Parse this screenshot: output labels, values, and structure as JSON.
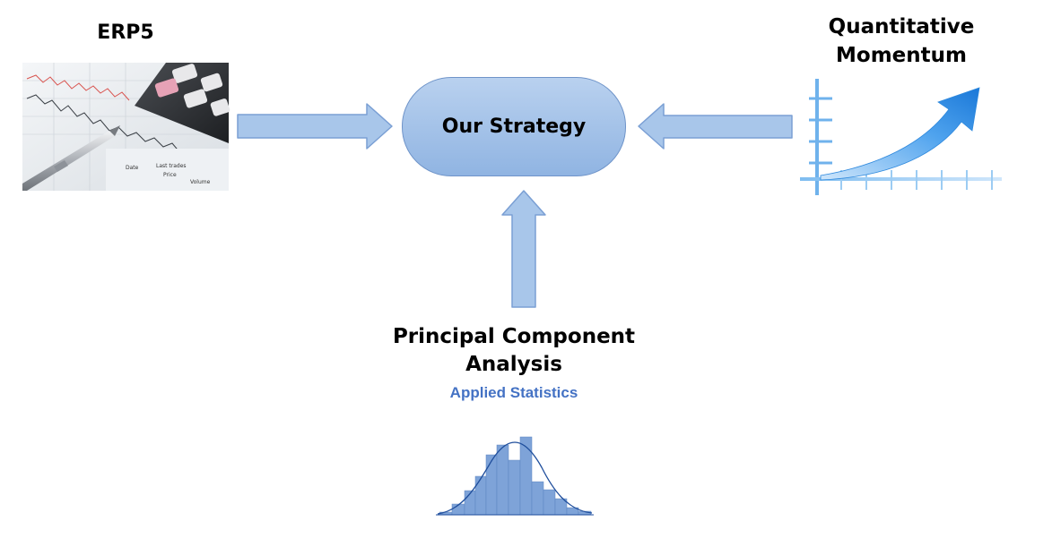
{
  "diagram": {
    "nodes": {
      "erp5": {
        "label": "ERP5"
      },
      "momentum": {
        "label_line1": "Quantitative",
        "label_line2": "Momentum"
      },
      "strategy": {
        "label": "Our Strategy"
      },
      "pca": {
        "label_line1": "Principal Component",
        "label_line2": "Analysis",
        "sublabel": "Applied Statistics"
      }
    },
    "edges": [
      {
        "from": "erp5",
        "to": "strategy"
      },
      {
        "from": "momentum",
        "to": "strategy"
      },
      {
        "from": "pca",
        "to": "strategy"
      }
    ]
  },
  "images": {
    "erp5": {
      "icon": "financial-chart-calculator-pen-photo",
      "table_headers": [
        "Date",
        "Last trades",
        "Price",
        "Volume"
      ]
    },
    "momentum": {
      "icon": "rising-arrow-graph-icon"
    },
    "pca": {
      "icon": "histogram-normal-curve-icon"
    }
  },
  "colors": {
    "arrow_fill": "#a8c6ea",
    "arrow_stroke": "#7a9fd4",
    "node_fill": "#a9c6ec",
    "accent_text": "#4472C4",
    "histogram_bar": "#7ea3d8",
    "curve": "#1f4e9c"
  }
}
